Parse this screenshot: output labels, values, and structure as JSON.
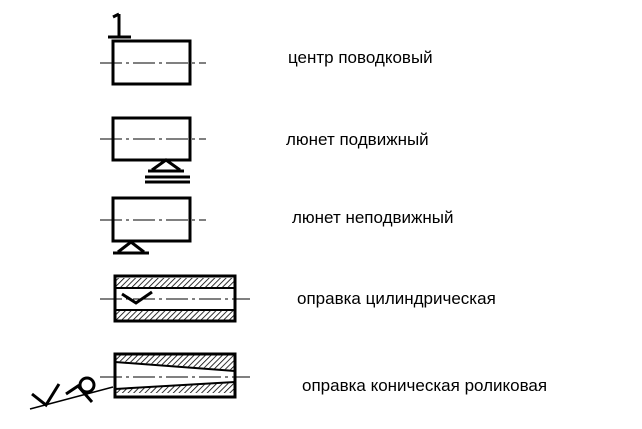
{
  "colors": {
    "ink": "#000000",
    "background": "#ffffff"
  },
  "symbols": [
    {
      "id": "drive-center",
      "label": "центр поводковый"
    },
    {
      "id": "movable-steady-rest",
      "label": "люнет подвижный"
    },
    {
      "id": "fixed-steady-rest",
      "label": "люнет неподвижный"
    },
    {
      "id": "cylindrical-mandrel",
      "label": "оправка цилиндрическая"
    },
    {
      "id": "conical-roller-mandrel",
      "label": "оправка коническая роликовая"
    }
  ]
}
